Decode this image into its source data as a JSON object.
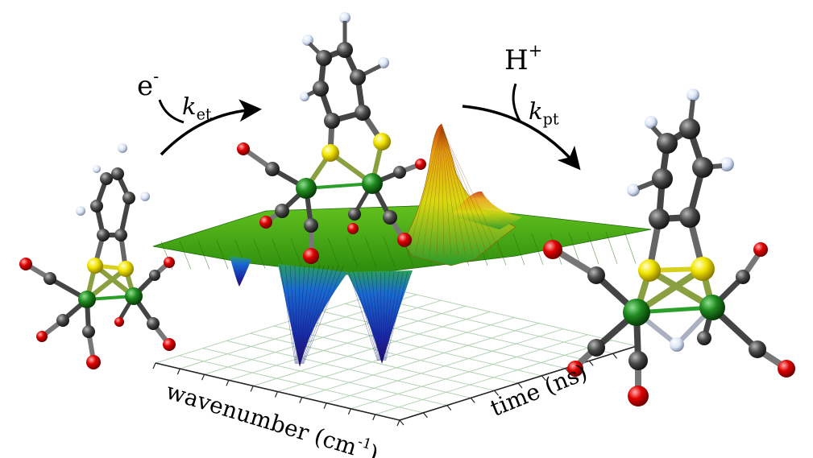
{
  "labels": {
    "electron": "e",
    "electron_sup": "-",
    "k_et": "k",
    "k_et_sub": "et",
    "proton": "H",
    "proton_sup": "+",
    "k_pt": "k",
    "k_pt_sub": "pt",
    "wavenumber_axis": "wavenumber (cm",
    "wavenumber_sup": "-1",
    "wavenumber_close": ")",
    "time_axis": "time (ns)"
  },
  "colors": {
    "iron": "#1a7a1a",
    "sulfur": "#f2e600",
    "carbon": "#4a4a4a",
    "oxygen": "#e00000",
    "hydrogen": "#e4ecf8",
    "fe_fe_bond": "#2aa02a",
    "surface_flat": "#3a9a12",
    "surface_neg": "#1a2aa8",
    "surface_pos": "#e8a010",
    "grid": "#b4d2b4",
    "arrow": "#000000"
  }
}
